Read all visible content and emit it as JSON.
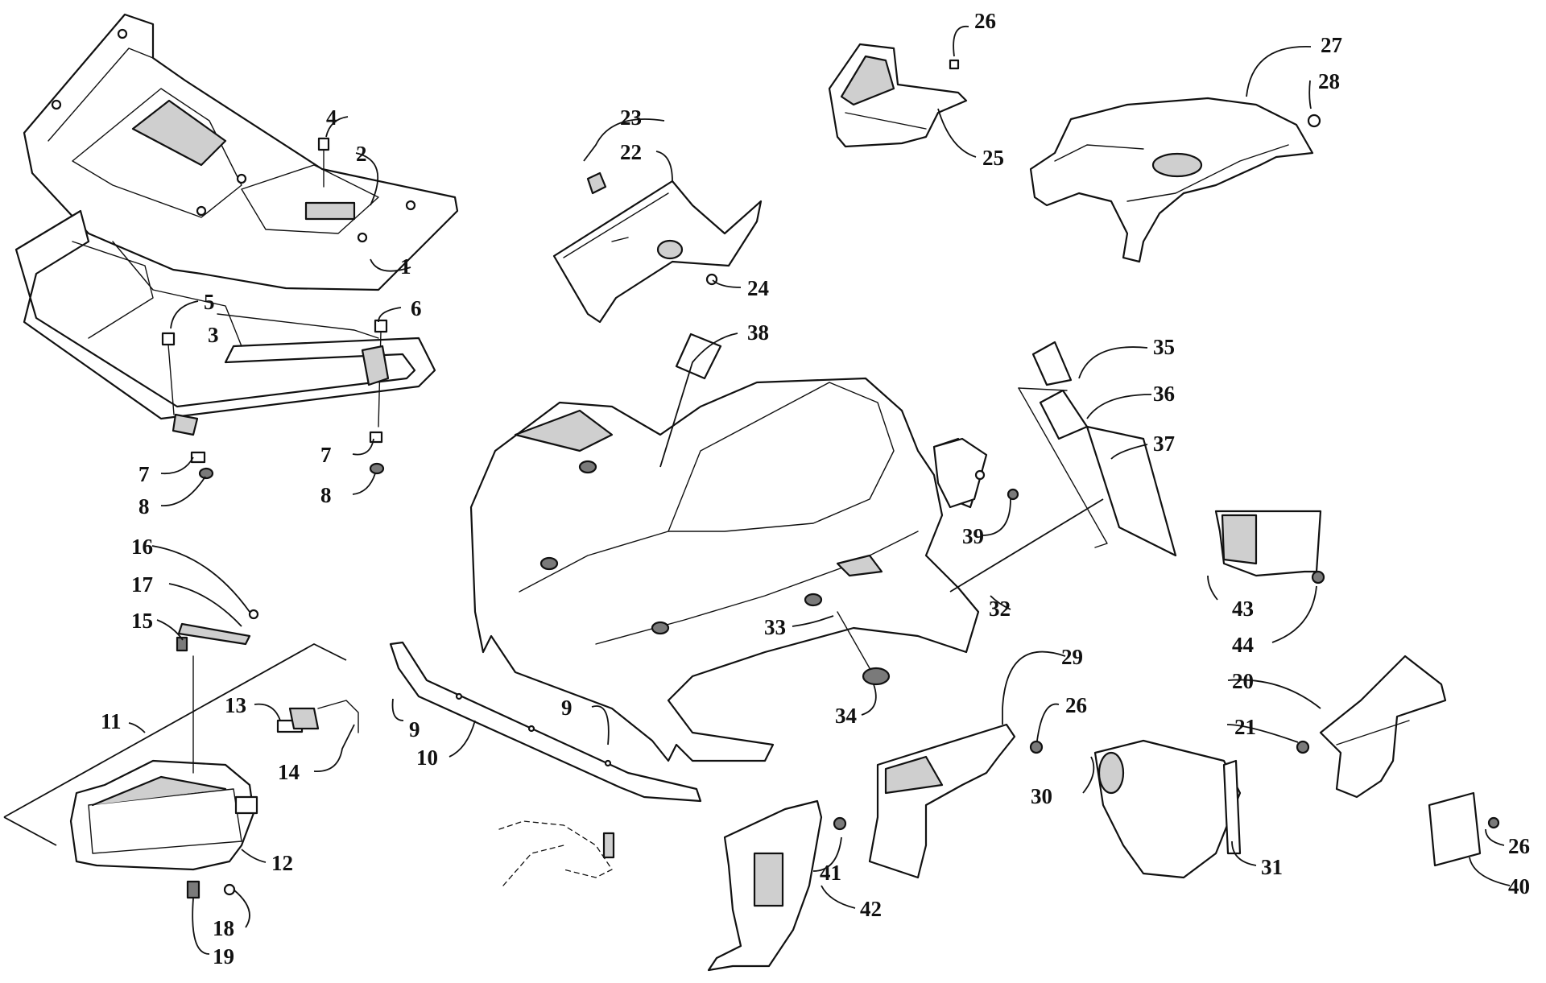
{
  "diagram": {
    "callouts": [
      "1",
      "2",
      "3",
      "4",
      "5",
      "6",
      "7",
      "7",
      "8",
      "8",
      "9",
      "9",
      "10",
      "11",
      "12",
      "13",
      "14",
      "15",
      "16",
      "17",
      "18",
      "19",
      "20",
      "21",
      "22",
      "23",
      "24",
      "25",
      "26",
      "26",
      "26",
      "27",
      "28",
      "29",
      "30",
      "31",
      "32",
      "33",
      "34",
      "35",
      "36",
      "37",
      "38",
      "39",
      "40",
      "41",
      "42",
      "43",
      "44"
    ]
  }
}
